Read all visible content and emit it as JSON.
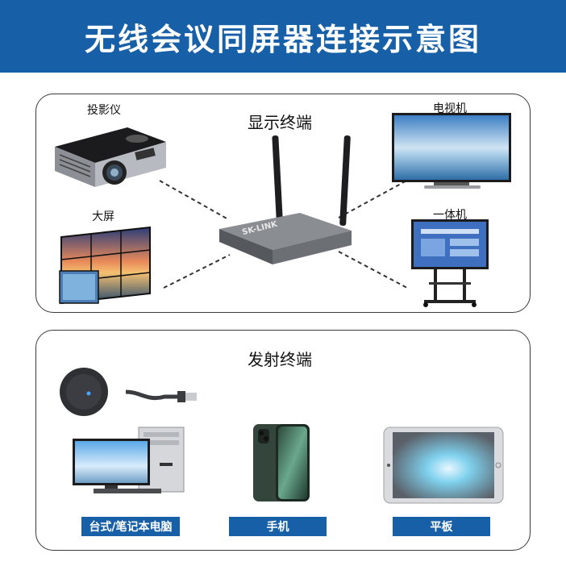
{
  "header": {
    "title": "无线会议同屏器连接示意图"
  },
  "display_section": {
    "heading": "显示终端",
    "devices": [
      {
        "label": "投影仪"
      },
      {
        "label": "大屏"
      },
      {
        "label": "电视机"
      },
      {
        "label": "一体机"
      }
    ],
    "router_brand": "SK-LINK"
  },
  "sender_section": {
    "heading": "发射终端",
    "devices": [
      {
        "label": "台式/笔记本电脑"
      },
      {
        "label": "手机"
      },
      {
        "label": "平板"
      }
    ]
  },
  "colors": {
    "brand_blue": "#1760a8",
    "border": "#3a3a3a",
    "device_dark": "#2a2c30"
  }
}
